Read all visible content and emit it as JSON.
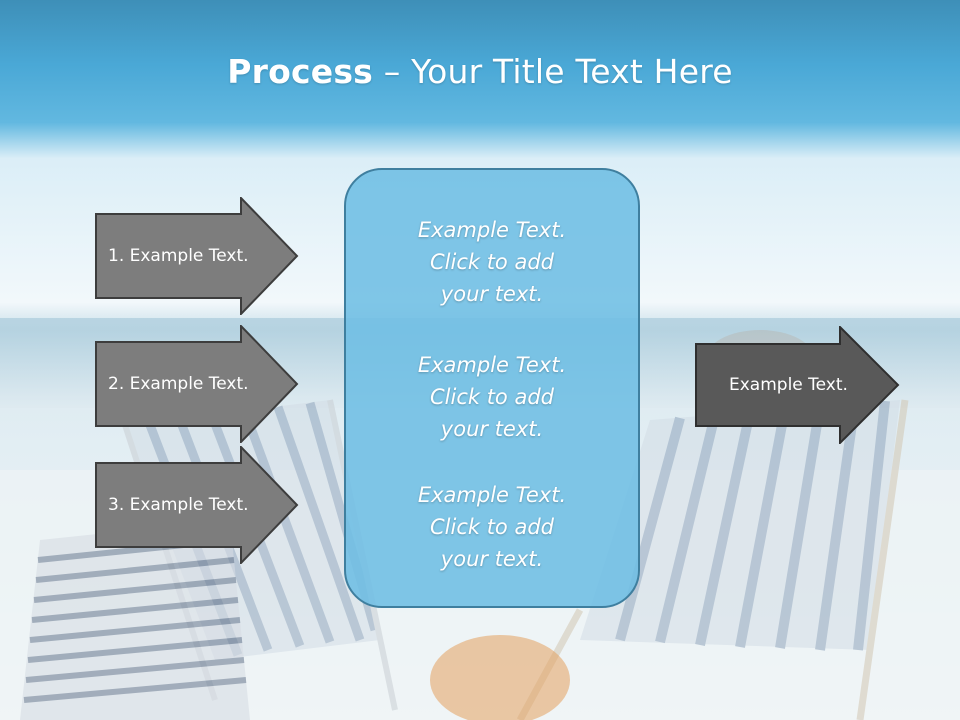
{
  "slide": {
    "title_bold": "Process",
    "title_rest": " – Your Title Text Here",
    "colors": {
      "header_blue": "#4aaed8",
      "arrow_gray": "#7d7d7d",
      "arrow_dark": "#595959",
      "center_box": "#6ebee4",
      "center_border": "#3f7f9f"
    },
    "left_arrows": [
      {
        "label": "1. Example Text."
      },
      {
        "label": "2. Example Text."
      },
      {
        "label": "3. Example Text."
      }
    ],
    "right_arrow": {
      "label": "Example Text."
    },
    "center_box": {
      "blocks": [
        {
          "lines": [
            "Example Text.",
            "Click  to add",
            "your text."
          ]
        },
        {
          "lines": [
            "Example Text.",
            "Click  to add",
            "your text."
          ]
        },
        {
          "lines": [
            "Example Text.",
            "Click  to add",
            "your text."
          ]
        }
      ]
    }
  }
}
